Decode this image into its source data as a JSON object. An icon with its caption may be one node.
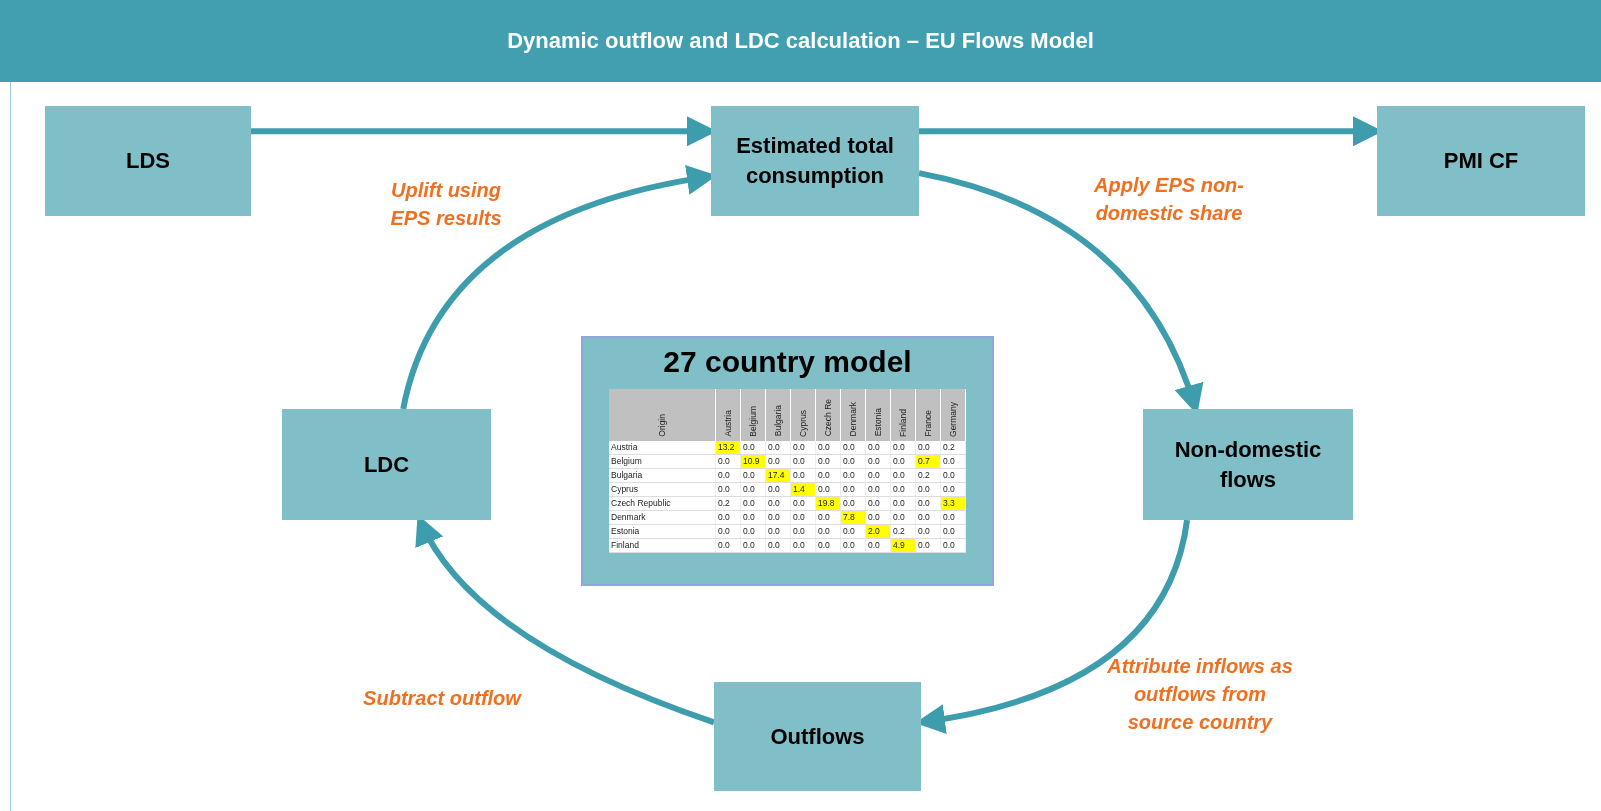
{
  "diagram": {
    "title": "Dynamic outflow and LDC calculation – EU Flows Model",
    "nodes": [
      {
        "text": [
          "LDS"
        ]
      },
      {
        "text": [
          "Estimated total consumption"
        ]
      },
      {
        "text": [
          "PMI CF"
        ]
      },
      {
        "text": [
          "27 country model"
        ]
      },
      {
        "text": [
          "LDC"
        ]
      },
      {
        "text": [
          "Non-domestic flows"
        ]
      },
      {
        "text": [
          "Outflows"
        ]
      }
    ],
    "edges": [
      {
        "from": 0,
        "to": 1,
        "arrow": "to"
      },
      {
        "from": 1,
        "to": 2,
        "arrow": "to"
      },
      {
        "from": 1,
        "to": 5,
        "arrow": "to",
        "label": "Apply EPS non-domestic share"
      },
      {
        "from": 5,
        "to": 6,
        "arrow": "to",
        "label": "Attribute inflows as outflows from source country"
      },
      {
        "from": 6,
        "to": 4,
        "arrow": "to",
        "label": "Subtract outflow"
      },
      {
        "from": 4,
        "to": 1,
        "arrow": "to",
        "label": "Uplift using EPS results"
      }
    ],
    "labels": [
      "Origin",
      "Austria",
      "Belgium",
      "Bulgaria",
      "Cyprus",
      "Czech Re",
      "Denmark",
      "Estonia",
      "Finland",
      "France",
      "Germany",
      "Austria",
      "13.2",
      "0.0",
      "0.0",
      "0.0",
      "0.0",
      "0.0",
      "0.0",
      "0.0",
      "0.0",
      "0.2",
      "Belgium",
      "0.0",
      "10.9",
      "0.0",
      "0.0",
      "0.0",
      "0.0",
      "0.0",
      "0.0",
      "0.7",
      "0.0",
      "Bulgaria",
      "0.0",
      "0.0",
      "17.4",
      "0.0",
      "0.0",
      "0.0",
      "0.0",
      "0.0",
      "0.2",
      "0.0",
      "Cyprus",
      "0.0",
      "0.0",
      "0.0",
      "1.4",
      "0.0",
      "0.0",
      "0.0",
      "0.0",
      "0.0",
      "0.0",
      "Czech Republic",
      "0.2",
      "0.0",
      "0.0",
      "0.0",
      "19.8",
      "0.0",
      "0.0",
      "0.0",
      "0.0",
      "3.3",
      "Denmark",
      "0.0",
      "0.0",
      "0.0",
      "0.0",
      "0.0",
      "7.8",
      "0.0",
      "0.0",
      "0.0",
      "0.0",
      "Estonia",
      "0.0",
      "0.0",
      "0.0",
      "0.0",
      "0.0",
      "0.0",
      "2.0",
      "0.2",
      "0.0",
      "0.0",
      "Finland",
      "0.0",
      "0.0",
      "0.0",
      "0.0",
      "0.0",
      "0.0",
      "0.0",
      "4.9",
      "0.0",
      "0.0"
    ]
  }
}
